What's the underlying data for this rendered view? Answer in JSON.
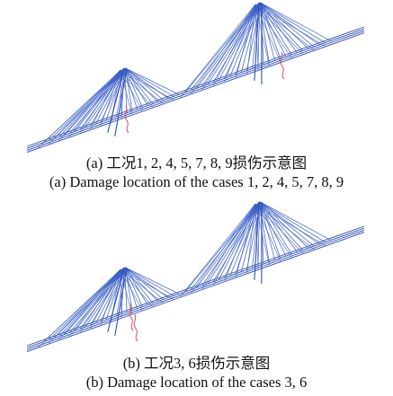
{
  "panels": [
    {
      "caption_zh": "(a) 工况1, 2, 4, 5, 7, 8, 9损伤示意图",
      "caption_en": "(a) Damage location of the cases 1, 2, 4, 5, 7, 8, 9"
    },
    {
      "caption_zh": "(b) 工况3, 6损伤示意图",
      "caption_en": "(b) Damage location of the cases 3, 6"
    }
  ],
  "colors": {
    "cable": "#3a5fc8",
    "deck": "#2f4fb0",
    "damage_marker": "#e0506a"
  }
}
